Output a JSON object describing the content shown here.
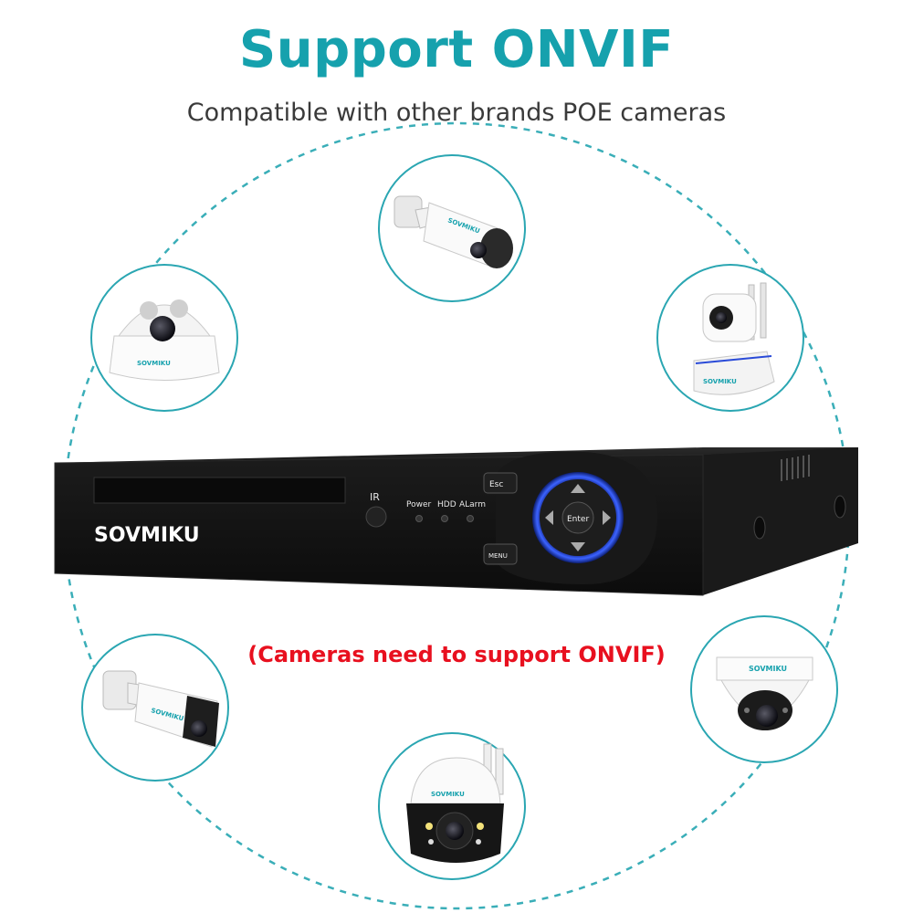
{
  "header": {
    "title": "Support ONVIF",
    "subtitle": "Compatible with other brands POE cameras"
  },
  "nvr": {
    "brand": "SOVMIKU",
    "ir_label": "IR",
    "indicators": [
      "Power",
      "HDD",
      "ALarm"
    ],
    "esc_label": "Esc",
    "menu_label": "MENU",
    "enter_label": "Enter"
  },
  "note": "(Cameras need to support ONVIF)",
  "cameras": [
    {
      "name": "bullet-camera-top",
      "icon": "bullet-camera-icon",
      "brand": "SOVMIKU"
    },
    {
      "name": "dome-camera-left",
      "icon": "dome-camera-icon",
      "brand": "SOVMIKU"
    },
    {
      "name": "pan-tilt-camera-right",
      "icon": "pan-tilt-camera-icon",
      "brand": "SOVMIKU"
    },
    {
      "name": "bullet-camera-bottom-left",
      "icon": "bullet-camera-icon",
      "brand": "SOVMIKU"
    },
    {
      "name": "ptz-camera-bottom",
      "icon": "ptz-camera-icon",
      "brand": "SOVMIKU"
    },
    {
      "name": "dome-camera-bottom-right",
      "icon": "dome-camera-icon",
      "brand": "SOVMIKU"
    }
  ],
  "colors": {
    "accent": "#16a1ad",
    "note": "#e8101f",
    "nvr_body": "#141414",
    "dial_ring": "#2a4bd8"
  }
}
